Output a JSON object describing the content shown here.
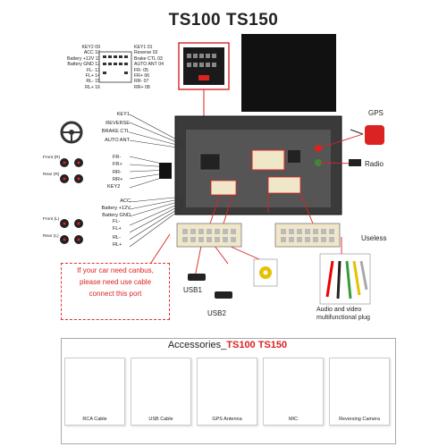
{
  "title": "TS100 TS150",
  "connector_pins": {
    "left_column": [
      "KEY2 09",
      "ACC 10",
      "Battery +12V 11",
      "Battery GND 12",
      "FL- 13",
      "FL+ 14",
      "RL- 15",
      "RL+ 16"
    ],
    "right_column": [
      "KEY1 01",
      "Reverse 02",
      "Brake CTL 03",
      "AUTO ANT 04",
      "FR- 05",
      "FR+ 06",
      "RR- 07",
      "RR+ 08"
    ]
  },
  "top_wires": [
    "KEY1",
    "REVERSE",
    "BRAKE CTL",
    "AUTO ANT"
  ],
  "front_speakers": {
    "label": "Front (R)",
    "wires": [
      "FR-",
      "FR+"
    ]
  },
  "rear_speakers_r": {
    "label": "Rear (R)",
    "wires": [
      "RR-",
      "RR+"
    ]
  },
  "key2": "KEY2",
  "power_wires": [
    "ACC",
    "Battery +12V",
    "Battery GND"
  ],
  "front_speakers_l": {
    "label": "Front (L)",
    "wires": [
      "FL-",
      "FL+"
    ]
  },
  "rear_speakers_l": {
    "label": "Rear (L)",
    "wires": [
      "RL-",
      "RL+"
    ]
  },
  "labels": {
    "gps": "GPS",
    "radio": "Radio",
    "useless": "Useless",
    "usb1": "USB1",
    "usb2": "USB2",
    "av_plug_line1": "Audio and video",
    "av_plug_line2": "multifunctional plug"
  },
  "canbus_notice": {
    "line1": "If your car need canbus,",
    "line2": "please need use cable",
    "line3": "connect this port"
  },
  "accessories": {
    "title_prefix": "Accessories_",
    "title_model": "TS100 TS150",
    "items": [
      "RCA Cable",
      "USB Cable",
      "GPS Antenna",
      "MIC",
      "Reversing Camera"
    ]
  },
  "colors": {
    "accent": "#d22222",
    "connector": "#f0e6c8"
  }
}
